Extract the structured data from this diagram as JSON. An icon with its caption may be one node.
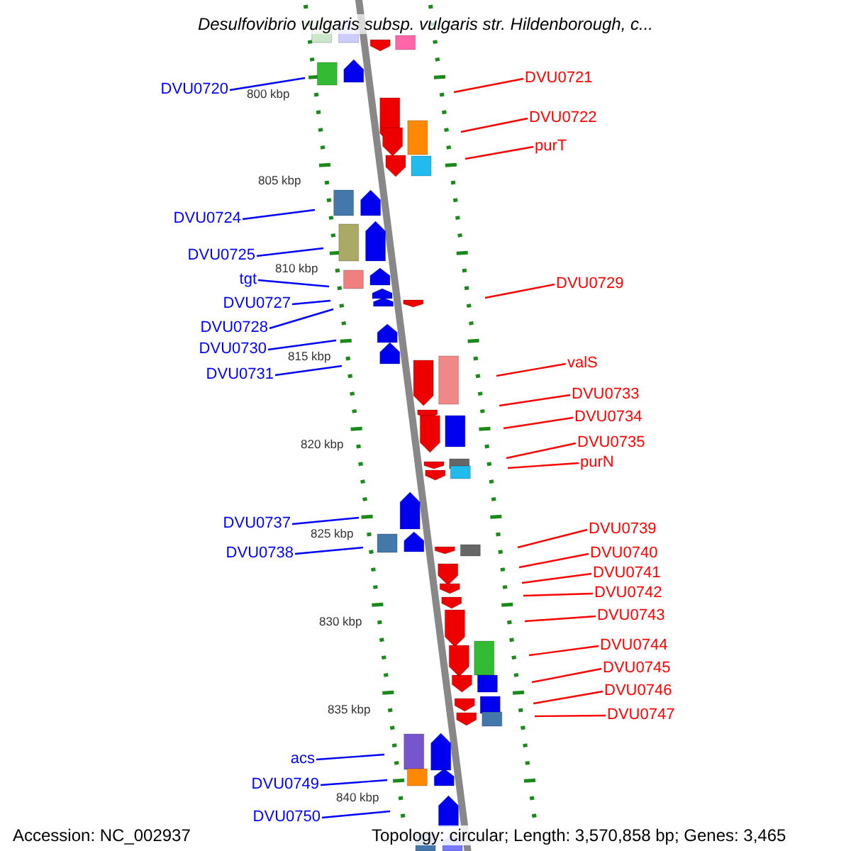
{
  "diagram": {
    "title": "Desulfovibrio vulgaris subsp. vulgaris str. Hildenborough, c...",
    "nodes": [
      {
        "text": [
          "DVU0721"
        ]
      },
      {
        "text": [
          "DVU0720"
        ]
      },
      {
        "text": [
          "DVU0722"
        ]
      },
      {
        "text": [
          "purT"
        ]
      },
      {
        "text": [
          "DVU0724"
        ]
      },
      {
        "text": [
          "DVU0725"
        ]
      },
      {
        "text": [
          "tgt"
        ]
      },
      {
        "text": [
          "DVU0729"
        ]
      },
      {
        "text": [
          "DVU0727"
        ]
      },
      {
        "text": [
          "DVU0728"
        ]
      },
      {
        "text": [
          "DVU0730"
        ]
      },
      {
        "text": [
          "valS"
        ]
      },
      {
        "text": [
          "DVU0731"
        ]
      },
      {
        "text": [
          "DVU0733"
        ]
      },
      {
        "text": [
          "DVU0734"
        ]
      },
      {
        "text": [
          "DVU0735"
        ]
      },
      {
        "text": [
          "purN"
        ]
      },
      {
        "text": [
          "DVU0737"
        ]
      },
      {
        "text": [
          "DVU0739"
        ]
      },
      {
        "text": [
          "DVU0738"
        ]
      },
      {
        "text": [
          "DVU0740"
        ]
      },
      {
        "text": [
          "DVU0741"
        ]
      },
      {
        "text": [
          "DVU0742"
        ]
      },
      {
        "text": [
          "DVU0743"
        ]
      },
      {
        "text": [
          "DVU0744"
        ]
      },
      {
        "text": [
          "DVU0745"
        ]
      },
      {
        "text": [
          "DVU0746"
        ]
      },
      {
        "text": [
          "DVU0747"
        ]
      },
      {
        "text": [
          "acs"
        ]
      },
      {
        "text": [
          "DVU0749"
        ]
      },
      {
        "text": [
          "DVU0750"
        ]
      }
    ],
    "edges": [
      {
        "from": 0,
        "to": null,
        "arrow": "none"
      },
      {
        "from": 1,
        "to": null,
        "arrow": "none",
        "color": "#0000ff"
      },
      {
        "from": 2,
        "to": null,
        "arrow": "none"
      },
      {
        "from": 3,
        "to": null,
        "arrow": "none"
      },
      {
        "from": 4,
        "to": null,
        "arrow": "none",
        "color": "#0000ff"
      },
      {
        "from": 5,
        "to": null,
        "arrow": "none",
        "color": "#0000ff"
      },
      {
        "from": 6,
        "to": null,
        "arrow": "none",
        "color": "#0000ff"
      },
      {
        "from": 7,
        "to": null,
        "arrow": "none"
      },
      {
        "from": 8,
        "to": null,
        "arrow": "none",
        "color": "#0000ff"
      },
      {
        "from": 9,
        "to": null,
        "arrow": "none",
        "color": "#0000ff"
      },
      {
        "from": 10,
        "to": null,
        "arrow": "none",
        "color": "#0000ff"
      },
      {
        "from": 11,
        "to": null,
        "arrow": "none"
      },
      {
        "from": 12,
        "to": null,
        "arrow": "none",
        "color": "#0000ff"
      },
      {
        "from": 13,
        "to": null,
        "arrow": "none"
      },
      {
        "from": 14,
        "to": null,
        "arrow": "none"
      },
      {
        "from": 15,
        "to": null,
        "arrow": "none"
      },
      {
        "from": 16,
        "to": null,
        "arrow": "none"
      },
      {
        "from": 17,
        "to": null,
        "arrow": "none",
        "color": "#0000ff"
      },
      {
        "from": 18,
        "to": null,
        "arrow": "none"
      },
      {
        "from": 19,
        "to": null,
        "arrow": "none",
        "color": "#0000ff"
      },
      {
        "from": 20,
        "to": null,
        "arrow": "none"
      },
      {
        "from": 21,
        "to": null,
        "arrow": "none"
      },
      {
        "from": 22,
        "to": null,
        "arrow": "none"
      },
      {
        "from": 23,
        "to": null,
        "arrow": "none"
      },
      {
        "from": 24,
        "to": null,
        "arrow": "none"
      },
      {
        "from": 25,
        "to": null,
        "arrow": "none"
      },
      {
        "from": 26,
        "to": null,
        "arrow": "none"
      },
      {
        "from": 27,
        "to": null,
        "arrow": "none"
      },
      {
        "from": 28,
        "to": null,
        "arrow": "none",
        "color": "#0000ff"
      },
      {
        "from": 29,
        "to": null,
        "arrow": "none",
        "color": "#0000ff"
      },
      {
        "from": 30,
        "to": null,
        "arrow": "none",
        "color": "#0000ff"
      }
    ],
    "labels": [
      "800 kbp",
      "805 kbp",
      "810 kbp",
      "815 kbp",
      "820 kbp",
      "825 kbp",
      "830 kbp",
      "835 kbp",
      "840 kbp",
      "Accession: NC_002937",
      "Topology: circular; Length: 3,570,858 bp; Genes: 3,465"
    ]
  }
}
